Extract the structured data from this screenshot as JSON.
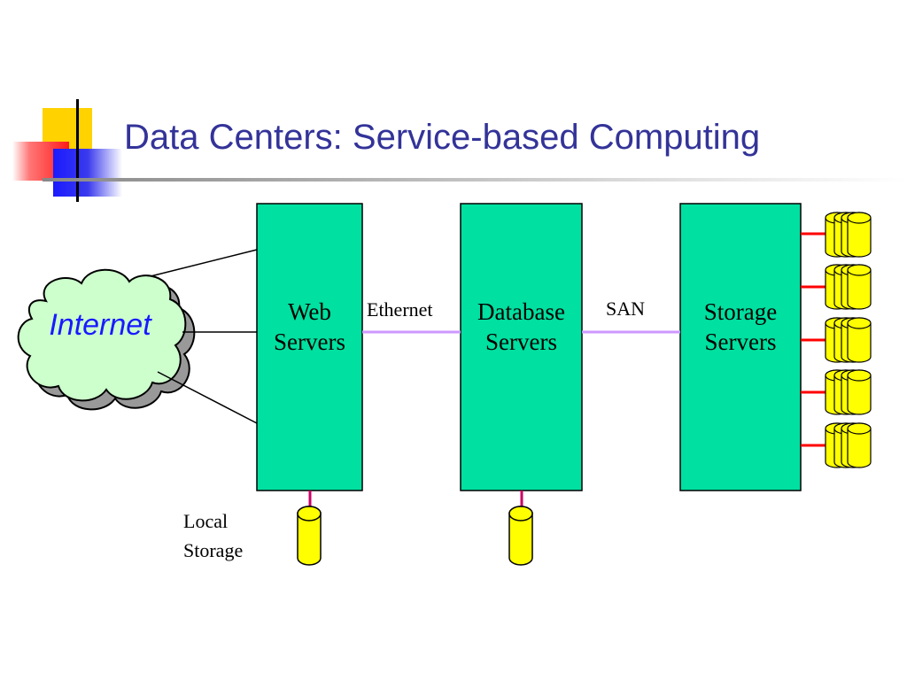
{
  "title": "Data Centers: Service-based Computing",
  "cloud": {
    "label": "Internet"
  },
  "tiers": [
    {
      "line1": "Web",
      "line2": "Servers"
    },
    {
      "line1": "Database",
      "line2": "Servers"
    },
    {
      "line1": "Storage",
      "line2": "Servers"
    }
  ],
  "links": {
    "ethernet": "Ethernet",
    "san": "SAN"
  },
  "local_storage": {
    "line1": "Local",
    "line2": "Storage"
  },
  "colors": {
    "title": "#333399",
    "server_box": "#00e0a0",
    "disk": "#ffff00",
    "cloud": "#ccffcc",
    "cloud_shadow": "#999999",
    "internet_text": "#1a1aff",
    "link_line": "#cc99ff",
    "disk_connector_red": "#ff0000",
    "disk_connector_pink": "#cc0066"
  },
  "storage_arrays": 5
}
